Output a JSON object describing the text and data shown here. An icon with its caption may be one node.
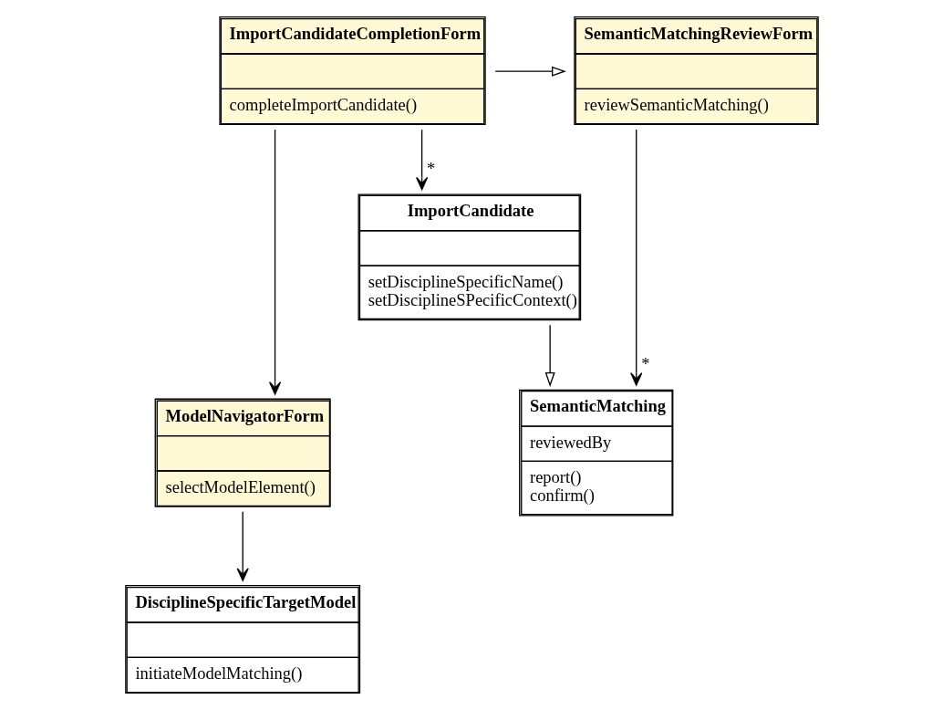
{
  "diagram": {
    "nodes": [
      {
        "text": [
          "SemanticMatchingReviewForm",
          "reviewSemanticMatching()"
        ]
      },
      {
        "text": [
          "ImportCandidateCompletionForm",
          "completeImportCandidate()"
        ]
      },
      {
        "text": [
          "SemanticMatching",
          "reviewedBy",
          "report() confirm()"
        ]
      },
      {
        "text": [
          "ModelNavigatorForm",
          "selectModelElement()"
        ]
      },
      {
        "text": [
          "ImportCandidate",
          "setDisciplineSpecificName() setDisciplineSPecificContext()"
        ]
      },
      {
        "text": [
          "DisciplineSpecificTargetModel",
          "initiateModelMatching()"
        ]
      }
    ],
    "edges": [
      {
        "from": 0,
        "to": 2,
        "arrow": "to",
        "label": "*"
      },
      {
        "from": 1,
        "to": 0,
        "arrow": "to"
      },
      {
        "from": 4,
        "to": 2,
        "arrow": "to"
      },
      {
        "from": 1,
        "to": 4,
        "arrow": "to",
        "label": "*"
      },
      {
        "from": 1,
        "to": 3,
        "arrow": "to"
      },
      {
        "from": 3,
        "to": 5,
        "arrow": "to"
      }
    ]
  }
}
